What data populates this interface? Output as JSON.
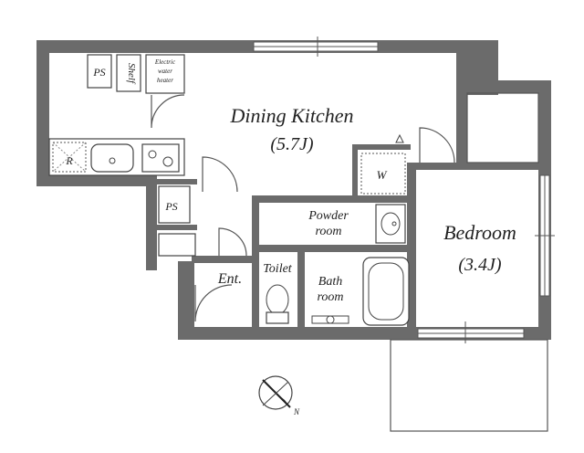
{
  "rooms": {
    "dining_kitchen": {
      "name": "Dining Kitchen",
      "size": "(5.7J)"
    },
    "bedroom": {
      "name": "Bedroom",
      "size": "(3.4J)"
    },
    "powder_room": {
      "line1": "Powder",
      "line2": "room"
    },
    "bath_room": {
      "line1": "Bath",
      "line2": "room"
    },
    "toilet": {
      "name": "Toilet"
    },
    "entrance": {
      "name": "Ent."
    }
  },
  "fixtures": {
    "ps_top": "PS",
    "shelf": "Shelf",
    "water_heater": {
      "line1": "Electric",
      "line2": "water",
      "line3": "heater"
    },
    "refrigerator": "R",
    "ps_lower": "PS",
    "washer": "W"
  },
  "compass": {
    "label": "N"
  },
  "colors": {
    "wall": "#6b6b6b",
    "line": "#555555"
  }
}
